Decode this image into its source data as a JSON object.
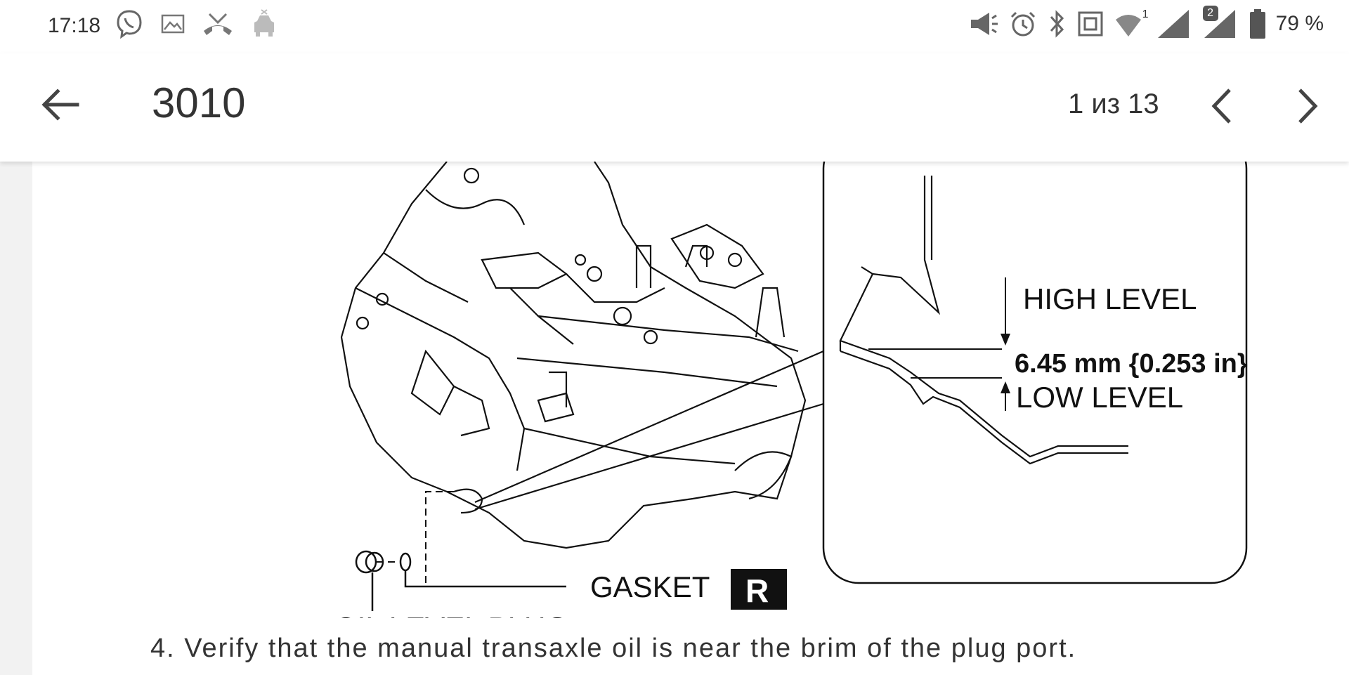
{
  "status": {
    "time": "17:18",
    "sim1": "1",
    "sim2": "2",
    "battery": "79 %"
  },
  "appbar": {
    "title": "3010",
    "pager": "1 из 13"
  },
  "figure": {
    "high_level": "HIGH LEVEL",
    "measurement": "6.45 mm {0.253 in}",
    "low_level": "LOW LEVEL",
    "gasket": "GASKET",
    "gasket_badge": "R",
    "oil_level_plug": "OIL LEVEL PLUG"
  },
  "caption": "4. Verify that the manual transaxle oil is near the brim of the plug port."
}
